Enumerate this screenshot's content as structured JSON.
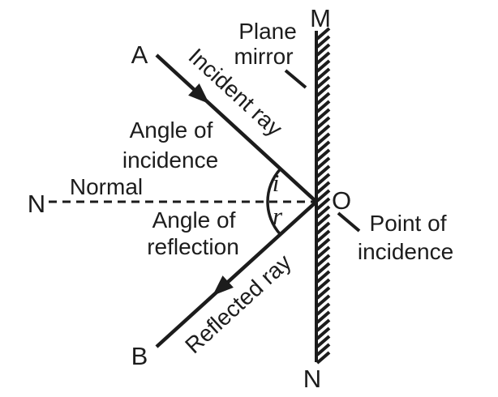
{
  "figure": {
    "background": "#ffffff",
    "ink_color": "#1c1c1c",
    "points": {
      "a": "A",
      "b": "B",
      "m": "M",
      "n_bottom": "N",
      "n_left": "N",
      "o": "O"
    },
    "rays": {
      "incident": "Incident ray",
      "reflected": "Reflected ray"
    },
    "normal_label": "Normal",
    "mirror_label": {
      "line1": "Plane",
      "line2": "mirror"
    },
    "angle_incidence": {
      "line1": "Angle of",
      "line2": "incidence",
      "symbol": "i"
    },
    "angle_reflection": {
      "line1": "Angle of",
      "line2": "reflection",
      "symbol": "r"
    },
    "point_of_incidence": {
      "line1": "Point of",
      "line2": "incidence"
    }
  }
}
